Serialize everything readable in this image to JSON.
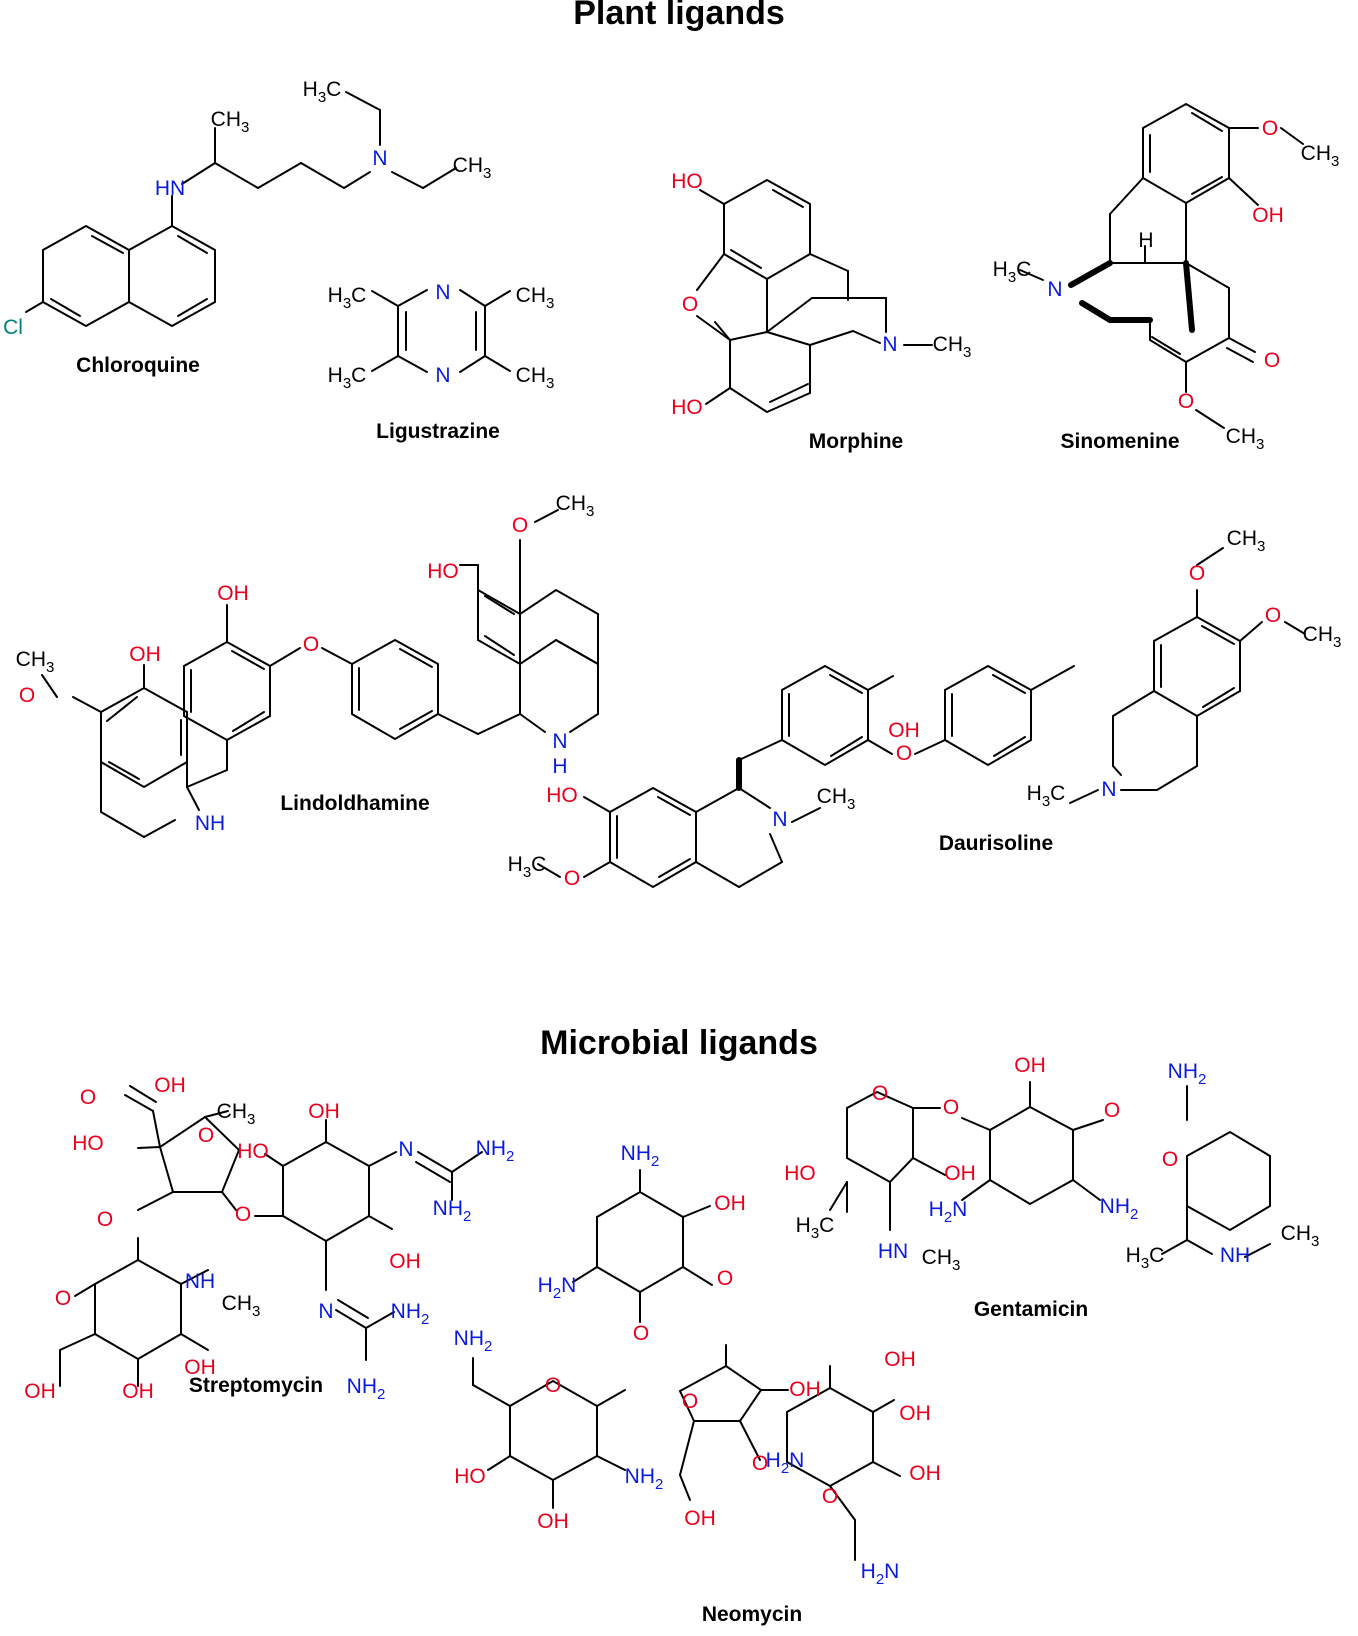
{
  "sections": {
    "plant_title": "Plant ligands",
    "microbial_title": "Microbial ligands"
  },
  "molecules": {
    "chloroquine": "Chloroquine",
    "ligustrazine": "Ligustrazine",
    "morphine": "Morphine",
    "sinomenine": "Sinomenine",
    "lindoldhamine": "Lindoldhamine",
    "daurisoline": "Daurisoline",
    "streptomycin": "Streptomycin",
    "neomycin": "Neomycin",
    "gentamicin": "Gentamicin"
  },
  "atom_colors": {
    "oxygen": "#e8001c",
    "nitrogen": "#0a1cd9",
    "chlorine": "#00807a",
    "carbon": "#000000"
  },
  "atoms": {
    "ch3": "CH3",
    "h3c": "H3C",
    "hn": "HN",
    "nh": "NH",
    "n": "N",
    "h": "H",
    "cl": "Cl",
    "o": "O",
    "oh": "OH",
    "ho": "HO",
    "nh2": "NH2",
    "h2n": "H2N"
  }
}
